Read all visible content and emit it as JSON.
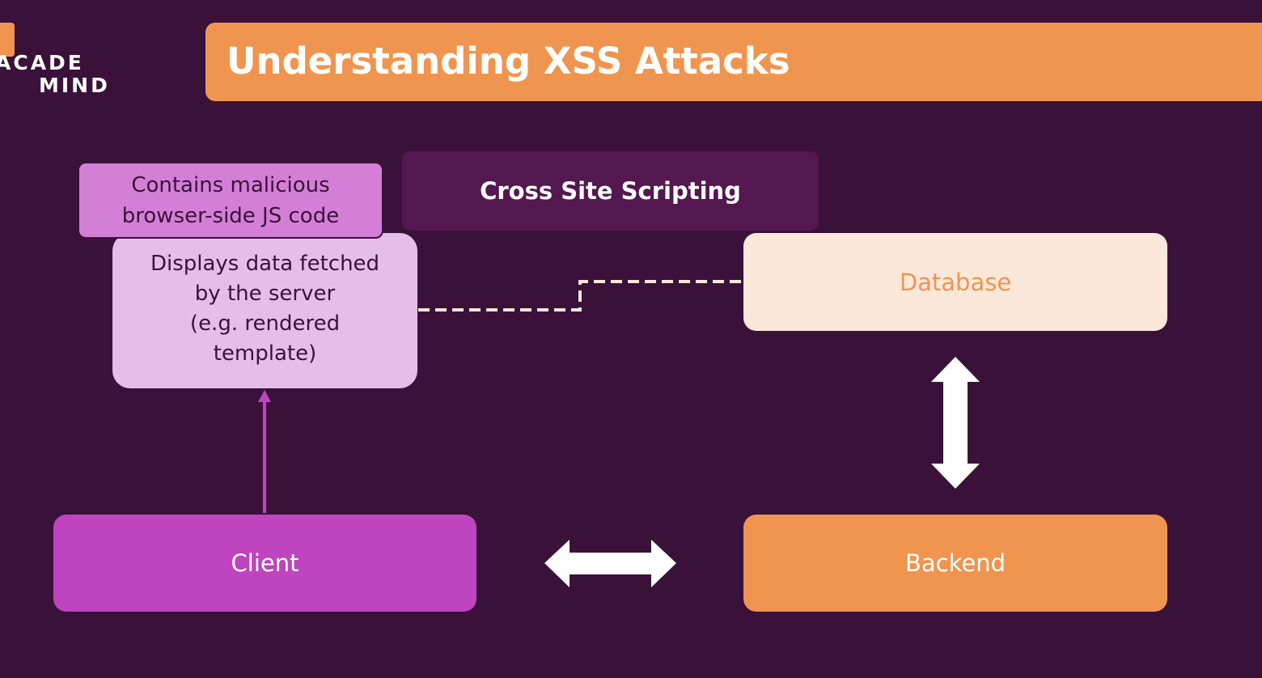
{
  "logo": {
    "line1": "ACADE",
    "line2": "MIND"
  },
  "header": {
    "title": "Understanding XSS Attacks"
  },
  "diagram": {
    "xss_label": "Cross Site Scripting",
    "malicious_note": "Contains malicious\nbrowser-side JS code",
    "displays_note": "Displays data fetched\nby the server\n(e.g. rendered\ntemplate)",
    "database_label": "Database",
    "client_label": "Client",
    "backend_label": "Backend"
  },
  "colors": {
    "background": "#3a1139",
    "accent_orange": "#f0954f",
    "client_purple": "#bf44c0",
    "malicious_pink": "#d47fd7",
    "displays_lavender": "#e6bde9",
    "database_cream": "#fbe8da",
    "xss_box": "#52184f"
  }
}
